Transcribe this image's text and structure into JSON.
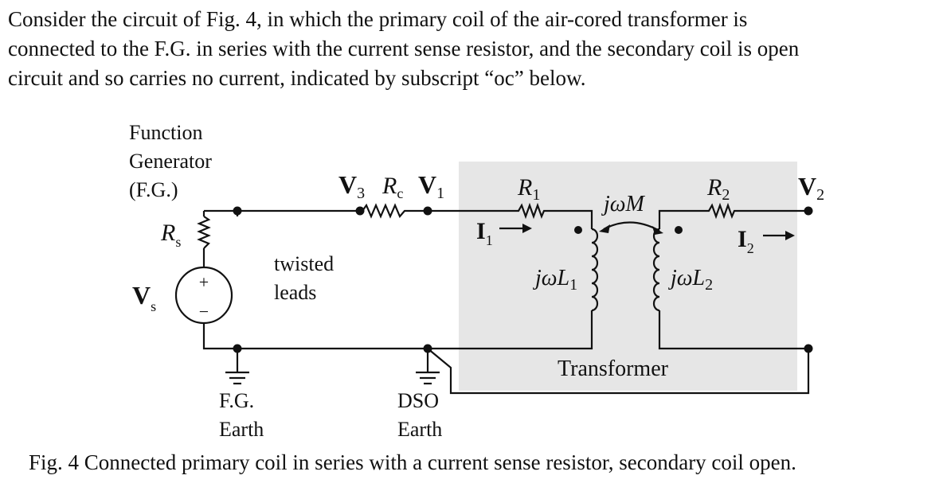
{
  "intro_lines": [
    "Consider the circuit of Fig. 4, in which the primary coil of the air-cored transformer is",
    "connected to the F.G. in series with the current sense resistor, and the secondary coil is open",
    "circuit and so carries no current, indicated by subscript “oc” below."
  ],
  "figure": {
    "fg_label_lines": [
      "Function",
      "Generator",
      "(F.G.)"
    ],
    "rs": {
      "main": "R",
      "sub": "s"
    },
    "vs": {
      "main": "V",
      "sub": "s"
    },
    "twisted_leads_lines": [
      "twisted",
      "leads"
    ],
    "v3": {
      "main": "V",
      "sub": "3"
    },
    "rc": {
      "main": "R",
      "sub": "c"
    },
    "v1": {
      "main": "V",
      "sub": "1"
    },
    "r1": {
      "main": "R",
      "sub": "1"
    },
    "jwm": "jωM",
    "r2": {
      "main": "R",
      "sub": "2"
    },
    "v2": {
      "main": "V",
      "sub": "2"
    },
    "i1": {
      "main": "I",
      "sub": "1"
    },
    "i2": {
      "main": "I",
      "sub": "2"
    },
    "jwl1": {
      "main": "jωL",
      "sub": "1"
    },
    "jwl2": {
      "main": "jωL",
      "sub": "2"
    },
    "transformer_label": "Transformer",
    "fg_earth_lines": [
      "F.G.",
      "Earth"
    ],
    "dso_earth_lines": [
      "DSO",
      "Earth"
    ],
    "plus": "+",
    "minus": "−"
  },
  "caption": "Fig. 4  Connected primary coil in series with a current sense resistor, secondary coil open."
}
